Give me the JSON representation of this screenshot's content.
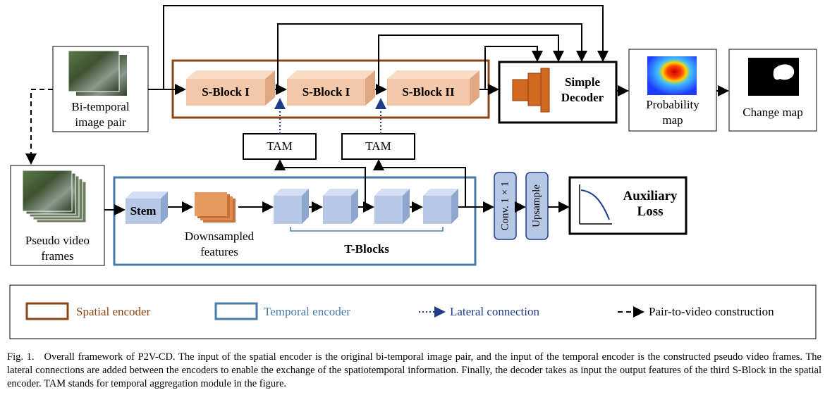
{
  "figure": {
    "inputs": {
      "bitemporal_line1": "Bi-temporal",
      "bitemporal_line2": "image pair",
      "pseudo_line1": "Pseudo video",
      "pseudo_line2": "frames"
    },
    "spatial_blocks": [
      "S-Block I",
      "S-Block I",
      "S-Block II"
    ],
    "tam_labels": [
      "TAM",
      "TAM"
    ],
    "decoder_line1": "Simple",
    "decoder_line2": "Decoder",
    "probability_line1": "Probability",
    "probability_line2": "map",
    "change_map": "Change map",
    "stem": "Stem",
    "downsampled_line1": "Downsampled",
    "downsampled_line2": "features",
    "t_blocks": "T-Blocks",
    "conv": "Conv. 1 × 1",
    "upsample": "Upsample",
    "aux_line1": "Auxiliary",
    "aux_line2": "Loss"
  },
  "legend": {
    "spatial": "Spatial encoder",
    "temporal": "Temporal encoder",
    "lateral": "Lateral connection",
    "pair_to_video": "Pair-to-video construction"
  },
  "colors": {
    "spatial": "#8b4513",
    "temporal": "#4a7bab",
    "lateral": "#1f3c88",
    "sblock": "#f4c7a8",
    "tblock": "#b7c8e6"
  },
  "caption": {
    "label": "Fig. 1.",
    "text": "Overall framework of P2V-CD. The input of the spatial encoder is the original bi-temporal image pair, and the input of the temporal encoder is the constructed pseudo video frames. The lateral connections are added between the encoders to enable the exchange of the spatiotemporal information. Finally, the decoder takes as input the output features of the third S-Block in the spatial encoder. TAM stands for temporal aggregation module in the figure."
  }
}
